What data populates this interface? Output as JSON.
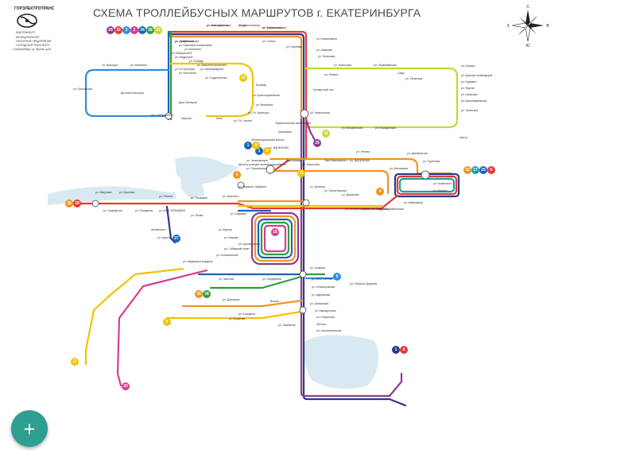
{
  "title": "СХЕМА ТРОЛЛЕЙБУСНЫХ МАРШРУТОВ г. ЕКАТЕРИНБУРГА",
  "logo": {
    "brand": "ГОРЭЛЕКТРОТРАНС",
    "sub": "ЕКАТЕРИНБУРГ",
    "lines": [
      "МУНИЦИПАЛЬНОЕ",
      "УНИТАРНОЕ ПРЕДПРИЯТИЕ",
      "«ГОРОДСКОЙ ТРАНСПОРТ»",
      "г. Екатеринбург, ул. Фрунзе, д.26"
    ]
  },
  "compass": {
    "n": "С",
    "s": "Ю",
    "w": "З",
    "e": "В"
  },
  "fab": {
    "label": "+"
  },
  "colors": {
    "red": "#e53935",
    "blue": "#1e63b8",
    "lightblue": "#2f8ee0",
    "yellow": "#f2c300",
    "lime": "#c6d631",
    "green": "#2e9d3a",
    "orange": "#f39321",
    "purple": "#8e3a94",
    "magenta": "#d63d8f",
    "navy": "#2b3a86",
    "teal": "#1aa0a8",
    "brown": "#a0522d",
    "river": "#d8e9f1"
  },
  "badges": [
    {
      "id": "b-top",
      "items": [
        {
          "n": "29",
          "c": "#8e3a94"
        },
        {
          "n": "32",
          "c": "#e53935"
        },
        {
          "n": "3",
          "c": "#2f8ee0"
        },
        {
          "n": "2",
          "c": "#d63d8f"
        },
        {
          "n": "34",
          "c": "#1e63b8"
        },
        {
          "n": "38",
          "c": "#2e9d3a"
        },
        {
          "n": "33",
          "c": "#c6d631"
        }
      ]
    },
    {
      "id": "b-right",
      "items": [
        {
          "n": "32",
          "c": "#f39321"
        },
        {
          "n": "27",
          "c": "#1aa0a8"
        },
        {
          "n": "20",
          "c": "#1e63b8"
        },
        {
          "n": "6",
          "c": "#e53935"
        }
      ]
    },
    {
      "id": "b-center",
      "items": [
        {
          "n": "1",
          "c": "#1e63b8"
        },
        {
          "n": "9",
          "c": "#f2c300"
        }
      ]
    },
    {
      "id": "b-30",
      "items": [
        {
          "n": "30",
          "c": "#f2c300"
        }
      ]
    },
    {
      "id": "b-22",
      "items": [
        {
          "n": "22",
          "c": "#c6d631"
        }
      ]
    },
    {
      "id": "b-29",
      "items": [
        {
          "n": "29",
          "c": "#8e3a94"
        }
      ]
    },
    {
      "id": "b-4a",
      "items": [
        {
          "n": "4",
          "c": "#f39321"
        }
      ]
    },
    {
      "id": "b-11a",
      "items": [
        {
          "n": "11",
          "c": "#f2c300"
        }
      ]
    },
    {
      "id": "b-4b",
      "items": [
        {
          "n": "4",
          "c": "#f39321"
        }
      ]
    },
    {
      "id": "b-35",
      "items": [
        {
          "n": "35",
          "c": "#f39321"
        },
        {
          "n": "28",
          "c": "#e53935"
        }
      ]
    },
    {
      "id": "b-27",
      "items": [
        {
          "n": "27",
          "c": "#1e63b8"
        }
      ]
    },
    {
      "id": "b-ring",
      "items": [
        {
          "n": "18",
          "c": "#d63d8f"
        }
      ]
    },
    {
      "id": "b-5",
      "items": [
        {
          "n": "5",
          "c": "#2f8ee0"
        }
      ]
    },
    {
      "id": "b-3538",
      "items": [
        {
          "n": "35",
          "c": "#f39321"
        },
        {
          "n": "38",
          "c": "#2e9d3a"
        }
      ]
    },
    {
      "id": "b-11b",
      "items": [
        {
          "n": "11",
          "c": "#f2c300"
        }
      ]
    },
    {
      "id": "b-9",
      "items": [
        {
          "n": "9",
          "c": "#f2c300"
        }
      ]
    },
    {
      "id": "b-20",
      "items": [
        {
          "n": "20",
          "c": "#d63d8f"
        }
      ]
    },
    {
      "id": "b-16",
      "items": [
        {
          "n": "1",
          "c": "#2b3a86"
        },
        {
          "n": "6",
          "c": "#e53935"
        }
      ]
    },
    {
      "id": "b-19",
      "items": [
        {
          "n": "1",
          "c": "#1e63b8"
        },
        {
          "n": "9",
          "c": "#f2c300"
        }
      ]
    }
  ],
  "stops": [
    {
      "t": "ул. Краснофлотцев"
    },
    {
      "t": "Завод"
    },
    {
      "t": "пл. Коммунаров"
    },
    {
      "t": "ул. Донбасская"
    },
    {
      "t": "ул. Бакинских Комиссаров"
    },
    {
      "t": "ул. Калинина"
    },
    {
      "t": "ул. Избирателей"
    },
    {
      "t": "ул. Индустрии"
    },
    {
      "t": "ул. Победы"
    },
    {
      "t": "ул. Машиностроителей"
    },
    {
      "t": "ул. Кировградская"
    },
    {
      "t": "ул. Восстания"
    },
    {
      "t": "ул. Студенческая"
    },
    {
      "t": "ул. Стачек"
    },
    {
      "t": "ул. Уралмаш"
    },
    {
      "t": "ул. Космонавтов"
    },
    {
      "t": "ул. Шефская"
    },
    {
      "t": "ул. Таганская"
    },
    {
      "t": "пл. Культуры"
    },
    {
      "t": "ул. Калинина"
    },
    {
      "t": "ул. Ш. Культуры"
    },
    {
      "t": "ул. Ольховская"
    },
    {
      "t": "Детская больница"
    },
    {
      "t": "Дом Пионеров"
    },
    {
      "t": "пл. 1-й Пятилетки"
    },
    {
      "t": "Шарташ"
    },
    {
      "t": "Баня"
    },
    {
      "t": "Бульвар"
    },
    {
      "t": "ул. Красноармейская"
    },
    {
      "t": "ул. Вилонова"
    },
    {
      "t": "Концертный зал"
    },
    {
      "t": "ул. Ленина"
    },
    {
      "t": "ул. Пл. Культуры"
    },
    {
      "t": "ул. Пл. Героев"
    },
    {
      "t": "ул. Ломоносова"
    },
    {
      "t": "ул. Уральская"
    },
    {
      "t": "ул. Первомайская"
    },
    {
      "t": "Сады"
    },
    {
      "t": "ул. Таганская"
    },
    {
      "t": "ул. Ильича"
    },
    {
      "t": "ул. Красных Командиров"
    },
    {
      "t": "ул. Баумана"
    },
    {
      "t": "ул. Фрунзе"
    },
    {
      "t": "ул. Шефская"
    },
    {
      "t": "ул. Красноуфимская"
    },
    {
      "t": "ул. Таганская"
    },
    {
      "t": "Центр"
    },
    {
      "t": "Педагогический университет"
    },
    {
      "t": "Калиновка"
    },
    {
      "t": "ул. Мичуринская"
    },
    {
      "t": "ул. Бородинская"
    },
    {
      "t": "Железнодорожный вокзал"
    },
    {
      "t": "ул. ЖД ВОКЗАЛ"
    },
    {
      "t": "ул. Челюскинцев"
    },
    {
      "t": "ул. Пушкинская"
    },
    {
      "t": "Дворец культуры железнодорожников"
    },
    {
      "t": "Дом Музыки"
    },
    {
      "t": "ул. Уральская"
    },
    {
      "t": "ул. Мамина-Сибиряка"
    },
    {
      "t": "ул. Донская"
    },
    {
      "t": "Парк Маяковского"
    },
    {
      "t": "ул. ЖД ВОКЗАЛ"
    },
    {
      "t": "ул. Декабристов"
    },
    {
      "t": "ул. Ленина"
    },
    {
      "t": "ул. Малышева"
    },
    {
      "t": "ул. Тургенева"
    },
    {
      "t": "ул. Белинского"
    },
    {
      "t": "ул. Маркса"
    },
    {
      "t": "ул. Шейнкмана"
    },
    {
      "t": "ул. Пролетарская"
    },
    {
      "t": "ул. Дорожная"
    },
    {
      "t": "ул. Белореченская"
    },
    {
      "t": "ул. Карла Маркса"
    },
    {
      "t": "ул. Гагарина"
    },
    {
      "t": "ул. Академическая"
    },
    {
      "t": "ул. Викулова"
    },
    {
      "t": "ул. Крылова"
    },
    {
      "t": "ул. Репина"
    },
    {
      "t": "ул. Татищева"
    },
    {
      "t": "ул. Ватутина"
    },
    {
      "t": "ул. Гурзуфская"
    },
    {
      "t": "ул. Посадская"
    },
    {
      "t": "ул. ЮГО-ЗАПАДНАЯ"
    },
    {
      "t": "ул. Ясная"
    },
    {
      "t": "ул. Шаумяна"
    },
    {
      "t": "Автовокзал"
    },
    {
      "t": "ул. Щорса"
    },
    {
      "t": "ул. Фрунзе"
    },
    {
      "t": "ул. Бажова"
    },
    {
      "t": "ул. Циолковского"
    },
    {
      "t": "ул. Сибирский тракт"
    },
    {
      "t": "ул. Ботаническая"
    },
    {
      "t": "ул. Академика Бардина"
    },
    {
      "t": "ул. Чкалова"
    },
    {
      "t": "ул. Онуфриева"
    },
    {
      "t": "ул. Громова"
    },
    {
      "t": "ул. ВТОРЧЕРМЕТ"
    },
    {
      "t": "ул. Селькоровская"
    },
    {
      "t": "ул. Щербакова"
    },
    {
      "t": "ул. Патриса Лумумбы"
    },
    {
      "t": "ул. Дорожная"
    },
    {
      "t": "Вокзал"
    },
    {
      "t": "ул. Бородина"
    },
    {
      "t": "ул. Косарева"
    },
    {
      "t": "ул. Лыжников"
    },
    {
      "t": "ул. Шиловская"
    },
    {
      "t": "ул. Авиационная"
    },
    {
      "t": "ул. Рощинская"
    },
    {
      "t": "Фонтан"
    },
    {
      "t": "ул. Агрономическая"
    },
    {
      "t": "ул. Благодатская"
    },
    {
      "t": "ул. Дагестанская"
    },
    {
      "t": "ул. Комсомольская"
    },
    {
      "t": "ул. Академическая"
    }
  ]
}
